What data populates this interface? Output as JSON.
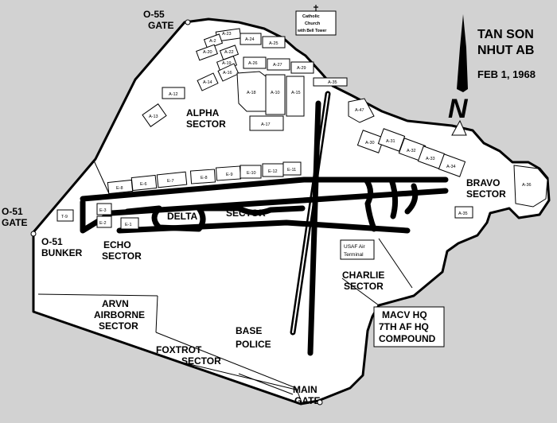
{
  "title": [
    "TAN SON",
    "NHUT AB"
  ],
  "date": "FEB 1, 1968",
  "north": "N",
  "gates": {
    "o55": [
      "O-55",
      "GATE"
    ],
    "o51": [
      "O-51",
      "GATE"
    ],
    "main": [
      "MAIN",
      "GATE"
    ]
  },
  "sectors": {
    "alpha": [
      "ALPHA",
      "SECTOR"
    ],
    "bravo": [
      "BRAVO",
      "SECTOR"
    ],
    "charlie": [
      "CHARLIE",
      "SECTOR"
    ],
    "delta": [
      "DELTA",
      "SECTOR"
    ],
    "echo": [
      "ECHO",
      "SECTOR"
    ],
    "foxtrot": [
      "FOXTROT",
      "SECTOR"
    ],
    "arvn": [
      "ARVN",
      "AIRBORNE",
      "SECTOR"
    ]
  },
  "places": {
    "bunker": [
      "O-51",
      "BUNKER"
    ],
    "base_police": [
      "BASE",
      "POLICE"
    ],
    "macv": [
      "MACV HQ",
      "7TH AF HQ",
      "COMPOUND"
    ],
    "church": [
      "Catholic",
      "Church",
      "with Bell Tower"
    ],
    "usaf_terminal": [
      "USAF Air",
      "Terminal"
    ]
  },
  "building_labels": {
    "b1": "A-23",
    "b2": "A-24",
    "b3": "A-25",
    "b4": "A-2",
    "b5": "A-20",
    "b6": "A-22",
    "b7": "A-19",
    "b8": "A-26",
    "b9": "A-27",
    "b10": "A-29",
    "b11": "A-15",
    "b12": "A-14",
    "b13": "A-13",
    "b14": "A-12",
    "b15": "A-16",
    "b16": "A-18",
    "b17": "A-10",
    "b18": "A-17",
    "b19": "A-35",
    "b20": "A-47",
    "b21": "A-30",
    "b22": "A-31",
    "b23": "A-32",
    "b24": "A-33",
    "b25": "A-34",
    "b26": "A-36",
    "b27": "A-35",
    "e1": "E-8",
    "e2": "E-6",
    "e3": "E-7",
    "e4": "E-8",
    "e5": "E-9",
    "e6": "E-10",
    "e7": "E-12",
    "e8": "E-11",
    "s1": "E-3",
    "s2": "E-2",
    "s3": "E-1",
    "s4": "T-9"
  }
}
